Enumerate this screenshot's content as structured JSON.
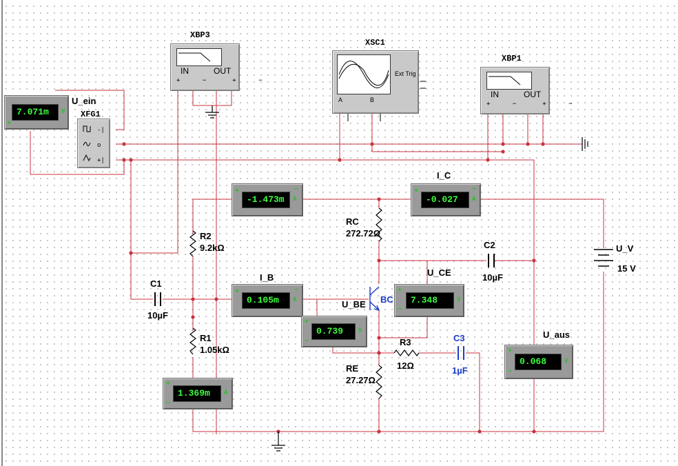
{
  "meters": {
    "u_ein": {
      "value": "7.071m",
      "label": "U_ein",
      "unit": "V"
    },
    "r1_current": {
      "value": "1.369m",
      "unit": "A"
    },
    "r2_current": {
      "value": "-1.473m",
      "unit": "A"
    },
    "i_c": {
      "value": "-0.027",
      "label": "I_C",
      "unit": "A"
    },
    "i_b": {
      "value": "0.105m",
      "label": "I_B",
      "unit": "A"
    },
    "u_be": {
      "value": "0.739",
      "label": "U_BE",
      "unit": "V"
    },
    "u_ce": {
      "value": "7.348",
      "label": "U_CE",
      "unit": "V"
    },
    "u_aus": {
      "value": "0.068",
      "label": "U_aus",
      "unit": "V"
    }
  },
  "instruments": {
    "xbp3": {
      "name": "XBP3",
      "in_label": "IN",
      "out_label": "OUT"
    },
    "xbp1": {
      "name": "XBP1",
      "in_label": "IN",
      "out_label": "OUT"
    },
    "xsc1": {
      "name": "XSC1",
      "ext_trig": "Ext Trig",
      "ch_a": "A",
      "ch_b": "B"
    },
    "xfg1": {
      "name": "XFG1"
    }
  },
  "components": {
    "r2": {
      "ref": "R2",
      "value": "9.2kΩ"
    },
    "r1": {
      "ref": "R1",
      "value": "1.05kΩ"
    },
    "rc": {
      "ref": "RC",
      "value": "272.72Ω"
    },
    "re": {
      "ref": "RE",
      "value": "27.27Ω"
    },
    "r3": {
      "ref": "R3",
      "value": "12Ω"
    },
    "c1": {
      "ref": "C1",
      "value": "10µF"
    },
    "c2": {
      "ref": "C2",
      "value": "10µF"
    },
    "c3": {
      "ref": "C3",
      "value": "1µF"
    },
    "u_v": {
      "ref": "U_V",
      "value": "15 V"
    },
    "q1": {
      "ref": "BC"
    }
  },
  "colors": {
    "wire": "#c8323c",
    "lcd_text": "#3cff3c",
    "meter_body": "#9a9a9a",
    "blue_label": "#1a3cc8"
  }
}
